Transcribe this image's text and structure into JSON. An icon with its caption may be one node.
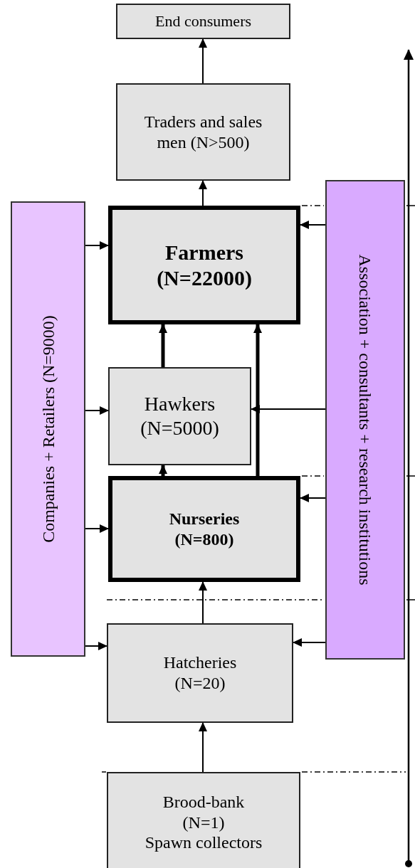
{
  "diagram": {
    "nodes": [
      {
        "text": [
          "End consumers"
        ]
      },
      {
        "text": [
          "Traders and sales men (N>500)"
        ]
      },
      {
        "text": [
          "Companies + Retailers (N=9000)"
        ]
      },
      {
        "text": [
          "Farmers (N=22000)"
        ]
      },
      {
        "text": [
          "Association + consultants + research institutions"
        ]
      },
      {
        "text": [
          "Hawkers (N=5000)"
        ]
      },
      {
        "text": [
          "Nurseries (N=800)"
        ]
      },
      {
        "text": [
          "Hatcheries (N=20)"
        ]
      },
      {
        "text": [
          "Brood-bank (N=1)",
          "Spawn collectors"
        ]
      }
    ],
    "edges": [
      {
        "from": 1,
        "to": 0,
        "arrow": "to"
      },
      {
        "from": 3,
        "to": 1,
        "arrow": "to"
      },
      {
        "from": 2,
        "to": 3,
        "arrow": "to"
      },
      {
        "from": 2,
        "to": 5,
        "arrow": "to"
      },
      {
        "from": 2,
        "to": 6,
        "arrow": "to"
      },
      {
        "from": 2,
        "to": 7,
        "arrow": "to"
      },
      {
        "from": 4,
        "to": 3,
        "arrow": "to"
      },
      {
        "from": 4,
        "to": 5,
        "arrow": "to"
      },
      {
        "from": 4,
        "to": 6,
        "arrow": "to"
      },
      {
        "from": 4,
        "to": 7,
        "arrow": "to"
      },
      {
        "from": 5,
        "to": 3,
        "arrow": "to",
        "style": "thick"
      },
      {
        "from": 6,
        "to": 5,
        "arrow": "to",
        "style": "thick"
      },
      {
        "from": 6,
        "to": 3,
        "arrow": "to",
        "style": "thick"
      },
      {
        "from": 7,
        "to": 6,
        "arrow": "to"
      },
      {
        "from": 8,
        "to": 7,
        "arrow": "to"
      }
    ]
  }
}
